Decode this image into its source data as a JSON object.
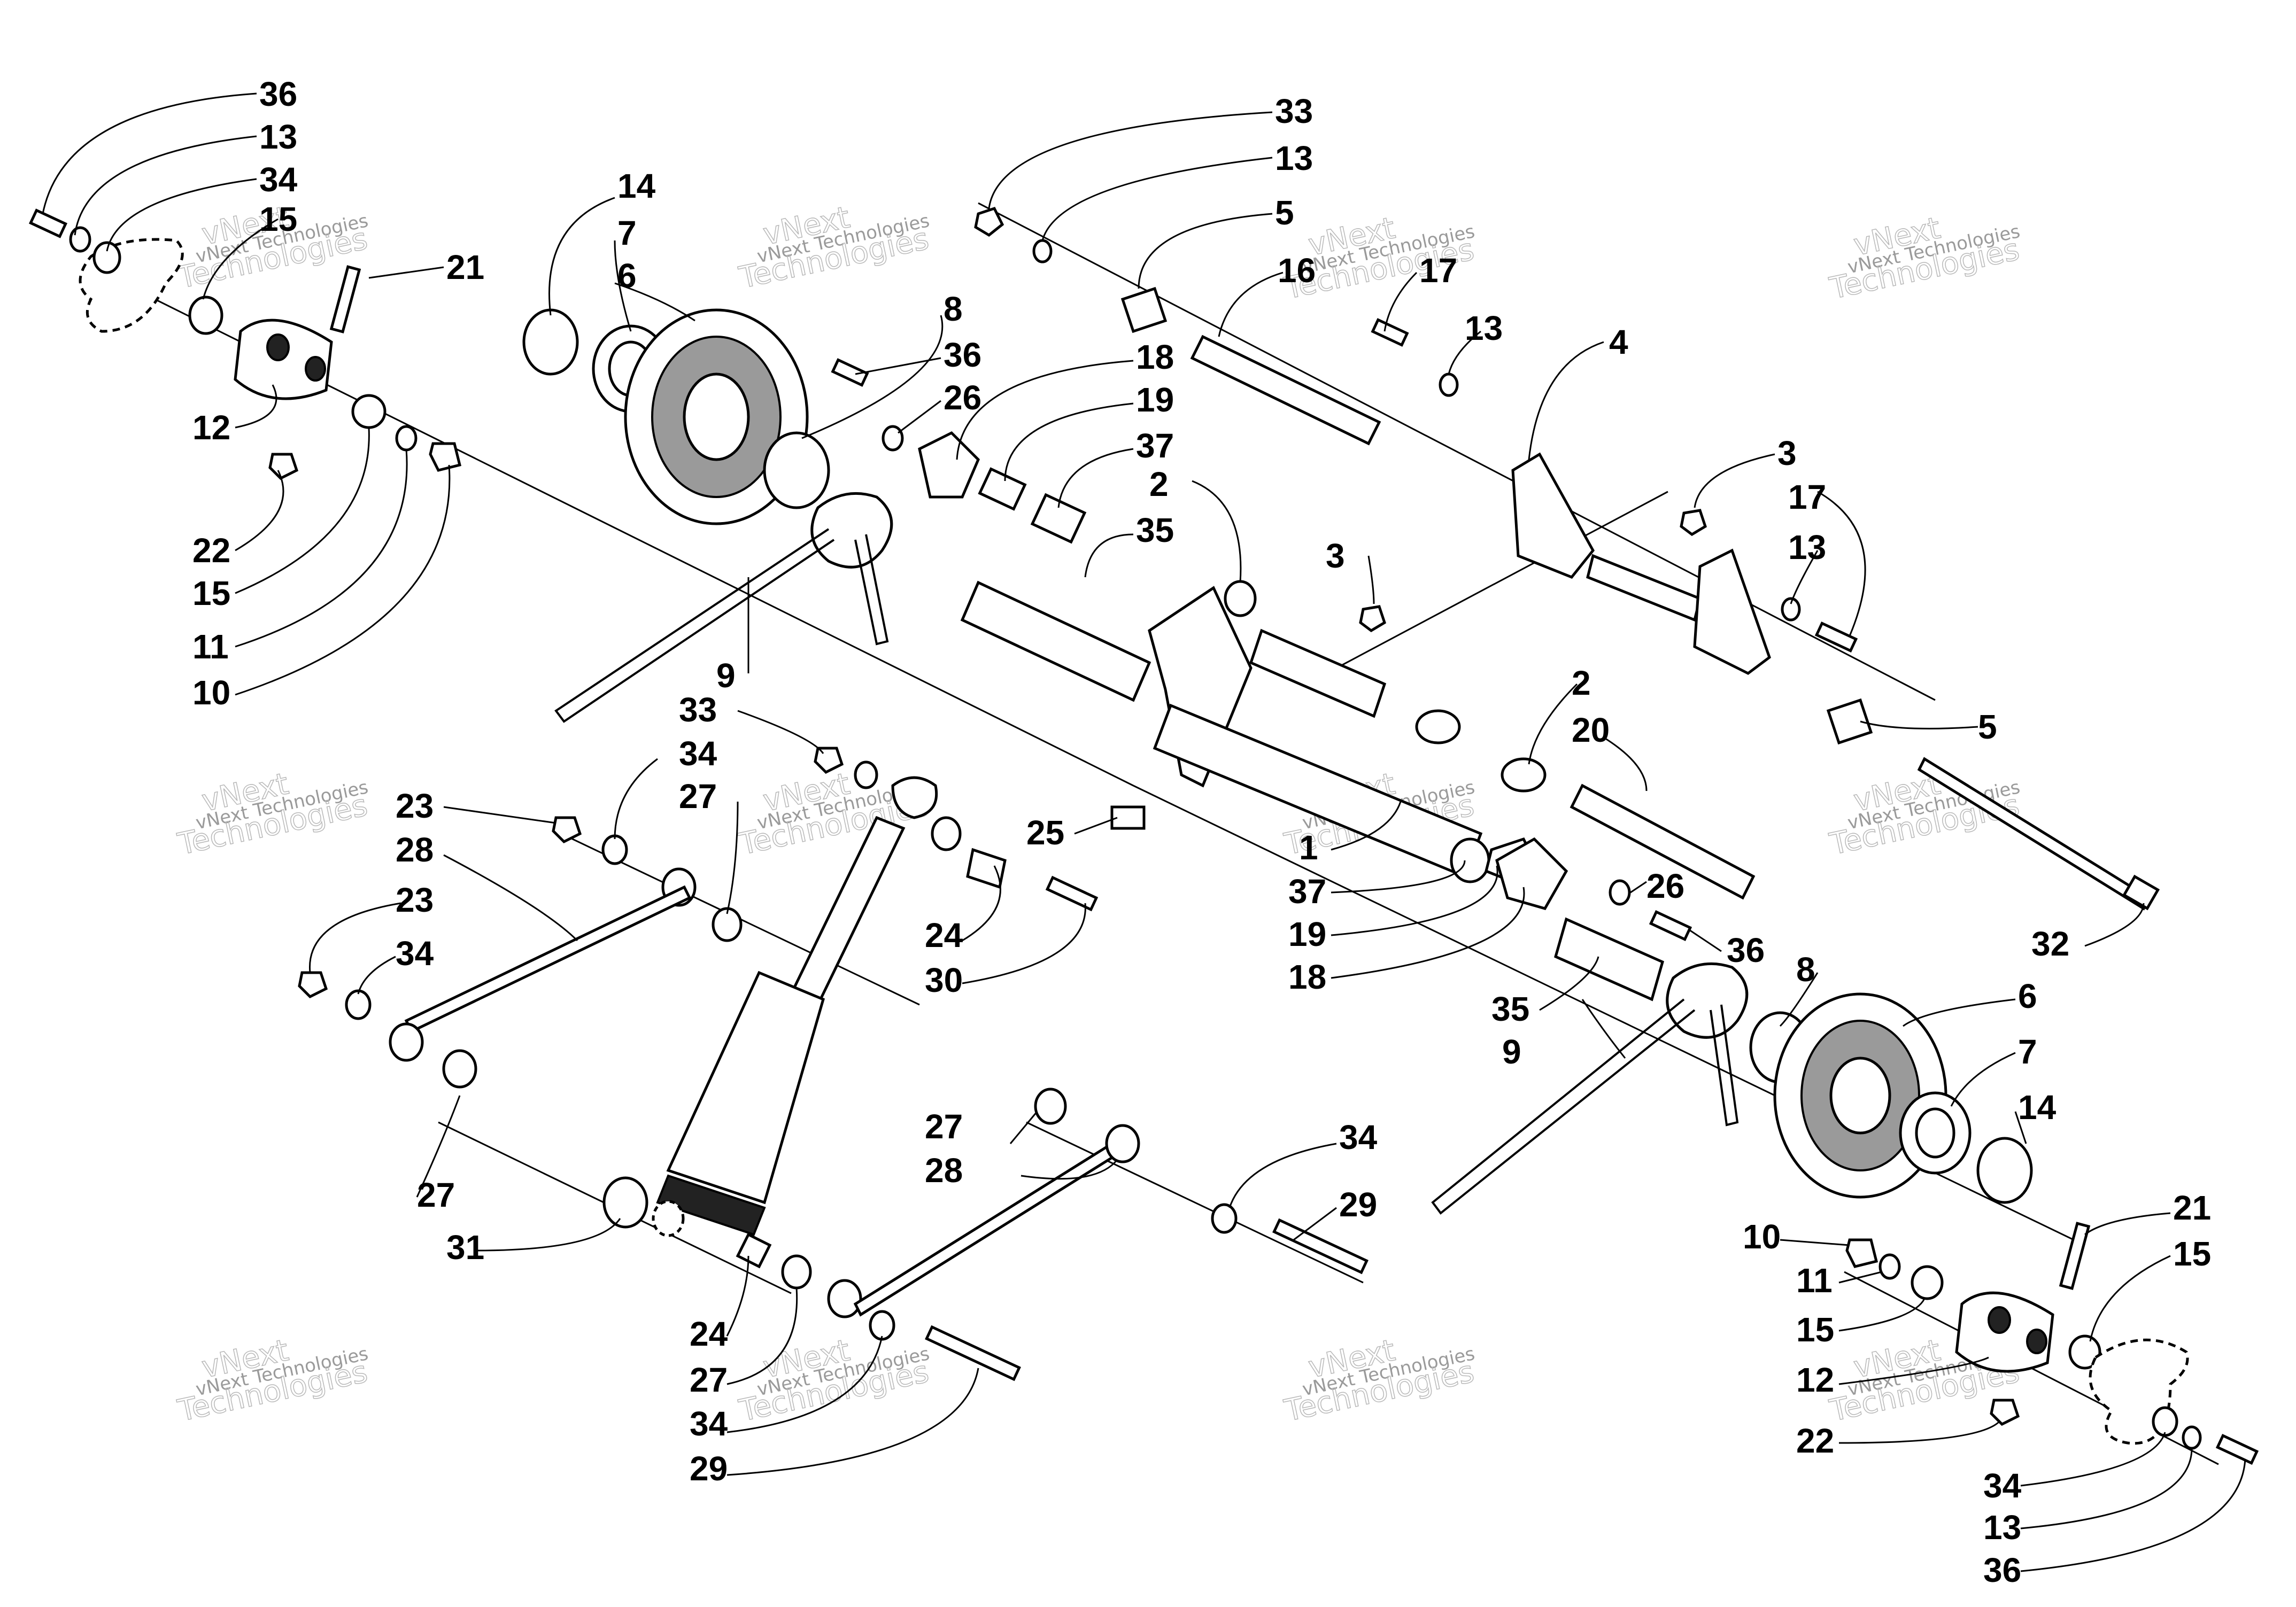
{
  "callouts": [
    "36",
    "13",
    "34",
    "15",
    "21",
    "14",
    "7",
    "6",
    "12",
    "22",
    "15",
    "11",
    "10",
    "8",
    "36",
    "26",
    "18",
    "19",
    "37",
    "35",
    "9",
    "33",
    "13",
    "5",
    "16",
    "17",
    "13",
    "4",
    "3",
    "17",
    "13",
    "2",
    "3",
    "5",
    "2",
    "20",
    "1",
    "37",
    "19",
    "18",
    "26",
    "36",
    "8",
    "6",
    "7",
    "14",
    "35",
    "9",
    "33",
    "34",
    "27",
    "23",
    "28",
    "23",
    "34",
    "25",
    "24",
    "30",
    "27",
    "31",
    "24",
    "27",
    "34",
    "29",
    "27",
    "28",
    "34",
    "29",
    "21",
    "15",
    "10",
    "11",
    "15",
    "12",
    "22",
    "34",
    "13",
    "36",
    "32"
  ],
  "watermark": {
    "line1": "vNext",
    "line2": "Technologies",
    "small": "vNext Technologies"
  }
}
